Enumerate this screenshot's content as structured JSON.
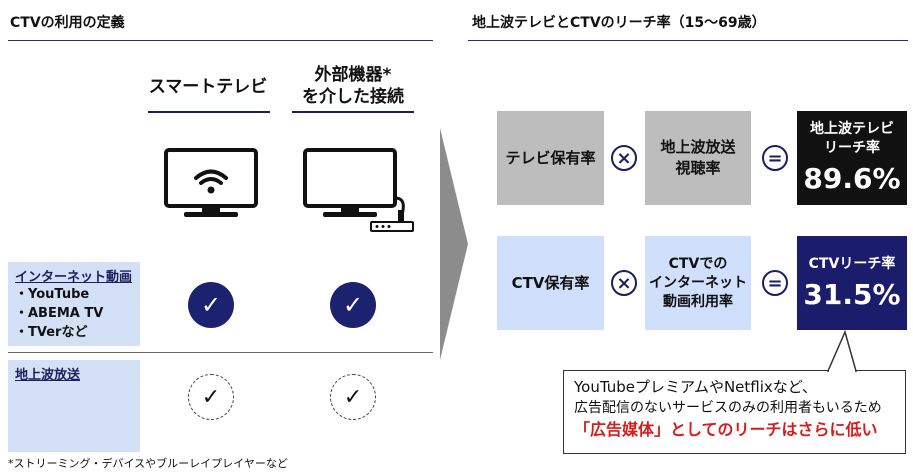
{
  "left": {
    "header": "CTVの利用の定義",
    "col1": "スマートテレビ",
    "col2_line1": "外部機器*",
    "col2_line2": "を介した接続",
    "row1": {
      "title": "インターネット動画",
      "items": [
        "・YouTube",
        "・ABEMA TV",
        "・TVerなど"
      ]
    },
    "row2": {
      "title": "地上波放送"
    },
    "check": "✓",
    "footnote": "*ストリーミング・デバイスやブルーレイプレイヤーなど"
  },
  "right": {
    "header": "地上波テレビとCTVのリーチ率（15〜69歳）",
    "row1": {
      "box1": "テレビ保有率",
      "box2": "地上波放送\n視聴率",
      "result_label": "地上波テレビ\nリーチ率",
      "result_value": "89.6%"
    },
    "row2": {
      "box1": "CTV保有率",
      "box2": "CTVでの\nインターネット\n動画利用率",
      "result_label": "CTVリーチ率",
      "result_value": "31.5%"
    },
    "times": "×",
    "equals": "=",
    "callout": {
      "line1": "YouTubeプレミアムやNetflixなど、",
      "line2": "広告配信のないサービスのみの利用者もいるため",
      "line3_red": "「広告媒体」としてのリーチはさらに低い"
    }
  },
  "colors": {
    "navy": "#1b1c6b",
    "light_blue": "#d0dffb",
    "gray": "#bdbdbd",
    "red": "#d81b1b"
  }
}
